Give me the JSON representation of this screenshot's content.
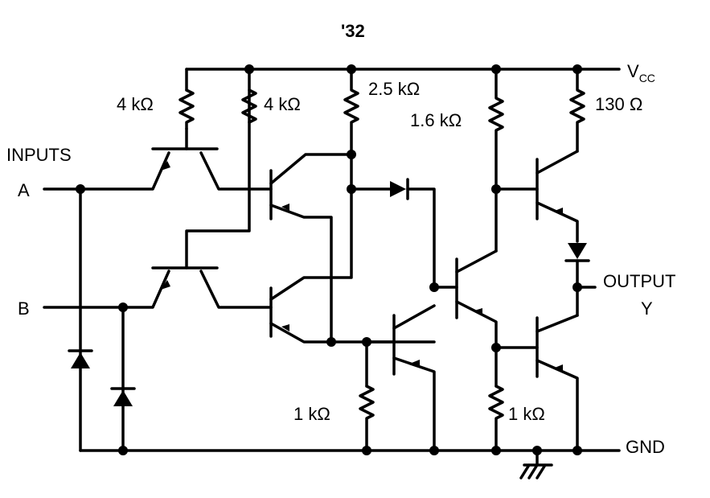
{
  "diagram": {
    "title": "'32",
    "labels": {
      "inputs": "INPUTS",
      "input_a": "A",
      "input_b": "B",
      "vcc_main": "V",
      "vcc_sub": "CC",
      "gnd": "GND",
      "output": "OUTPUT",
      "output_y": "Y"
    },
    "resistors": {
      "r1": "4 kΩ",
      "r2": "4 kΩ",
      "r3": "2.5 kΩ",
      "r4": "1.6 kΩ",
      "r5": "130 Ω",
      "r6": "1 kΩ",
      "r7": "1 kΩ"
    }
  }
}
